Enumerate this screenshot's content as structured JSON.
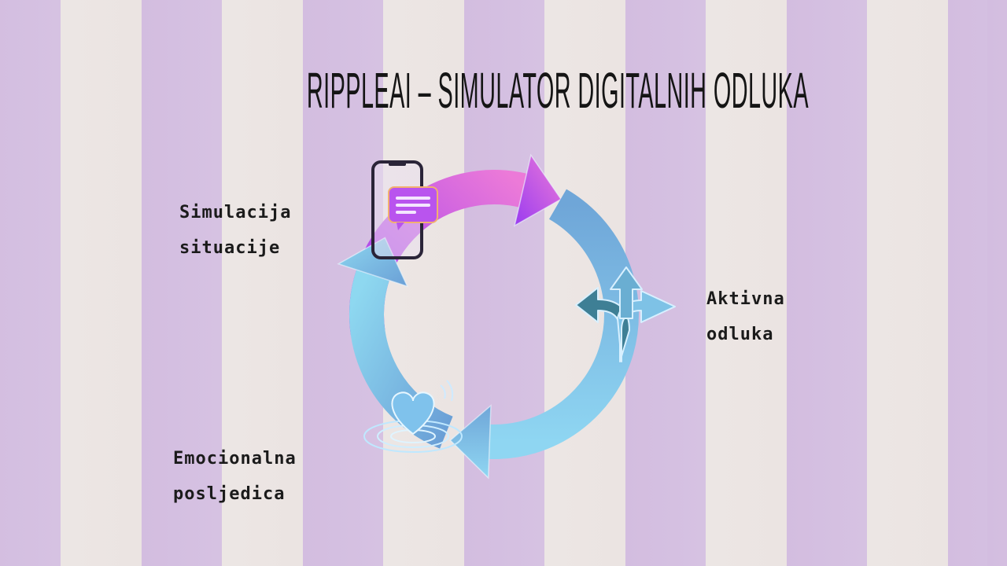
{
  "title": "RIPPLEAI – SIMULATOR DIGITALNIH ODLUKA",
  "steps": [
    {
      "line1": "Simulacija",
      "line2": "situacije",
      "icon": "phone-chat-icon",
      "color": "#b04ef0"
    },
    {
      "line1": "Aktivna",
      "line2": "odluka",
      "icon": "split-arrows-icon",
      "color": "#7bb3dc"
    },
    {
      "line1": "Emocionalna",
      "line2": "posljedica",
      "icon": "heart-ripple-icon",
      "color": "#7ccbe8"
    }
  ]
}
